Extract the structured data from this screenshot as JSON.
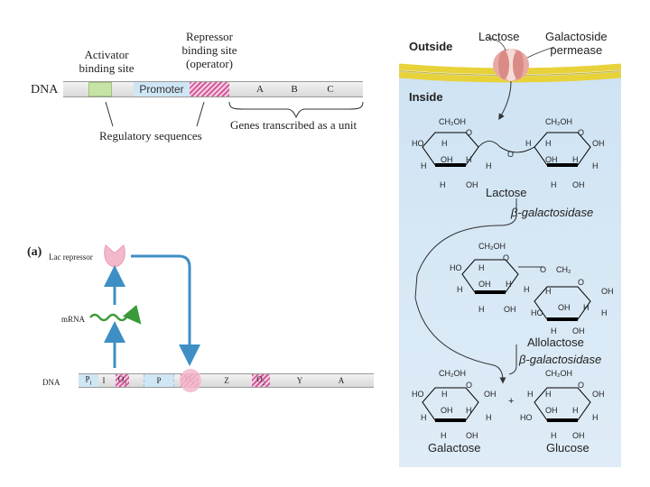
{
  "top_diagram": {
    "activator_label": "Activator\nbinding site",
    "repressor_label": "Repressor\nbinding site\n(operator)",
    "dna_label": "DNA",
    "promoter": "Promoter",
    "gene_a": "A",
    "gene_b": "B",
    "gene_c": "C",
    "regulatory_label": "Regulatory sequences",
    "genes_label": "Genes transcribed as a unit"
  },
  "panel_a": {
    "tag": "(a)",
    "repressor_label": "Lac repressor",
    "mrna_label": "mRNA",
    "dna_label": "DNA",
    "segments": [
      "P",
      "I",
      "O",
      "P",
      "O",
      "Z",
      "O",
      "Y",
      "A"
    ],
    "subscripts": [
      "I",
      "",
      "3",
      "",
      "1",
      "",
      "2",
      "",
      ""
    ]
  },
  "right_panel": {
    "outside": "Outside",
    "inside": "Inside",
    "lactose_top": "Lactose",
    "permease": "Galactoside\npermease",
    "lactose": "Lactose",
    "enzyme1": "β-galactosidase",
    "allolactose": "Allolactose",
    "enzyme2": "β-galactosidase",
    "galactose": "Galactose",
    "glucose": "Glucose",
    "plus": "+",
    "ch2oh": "CH₂OH",
    "ch2": "CH₂",
    "o": "O",
    "oh": "OH",
    "ho": "HO",
    "h": "H"
  },
  "colors": {
    "activator": "#c8e3a7",
    "promoter": "#cfe6f5",
    "operator": "#d45b9a",
    "repressor": "#f4b8cb",
    "mrna": "#3a9a3a",
    "arrow_blue": "#3d8fc4",
    "cell_bg": "#dbeaf6",
    "membrane": "#e8d23a"
  }
}
